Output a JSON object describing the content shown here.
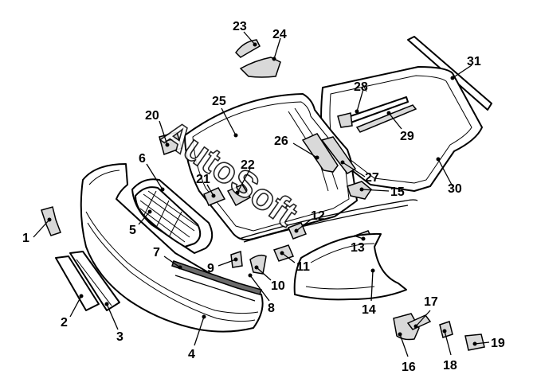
{
  "diagram": {
    "watermark": "AutoSoft",
    "callouts": [
      {
        "id": "1",
        "label": "1"
      },
      {
        "id": "2",
        "label": "2"
      },
      {
        "id": "3",
        "label": "3"
      },
      {
        "id": "4",
        "label": "4"
      },
      {
        "id": "5",
        "label": "5"
      },
      {
        "id": "6",
        "label": "6"
      },
      {
        "id": "7",
        "label": "7"
      },
      {
        "id": "8",
        "label": "8"
      },
      {
        "id": "9",
        "label": "9"
      },
      {
        "id": "10",
        "label": "10"
      },
      {
        "id": "11",
        "label": "11"
      },
      {
        "id": "12",
        "label": "12"
      },
      {
        "id": "13",
        "label": "13"
      },
      {
        "id": "14",
        "label": "14"
      },
      {
        "id": "15",
        "label": "15"
      },
      {
        "id": "16",
        "label": "16"
      },
      {
        "id": "17",
        "label": "17"
      },
      {
        "id": "18",
        "label": "18"
      },
      {
        "id": "19",
        "label": "19"
      },
      {
        "id": "20",
        "label": "20"
      },
      {
        "id": "21",
        "label": "21"
      },
      {
        "id": "22",
        "label": "22"
      },
      {
        "id": "23",
        "label": "23"
      },
      {
        "id": "24",
        "label": "24"
      },
      {
        "id": "25",
        "label": "25"
      },
      {
        "id": "26",
        "label": "26"
      },
      {
        "id": "27",
        "label": "27"
      },
      {
        "id": "28",
        "label": "28"
      },
      {
        "id": "29",
        "label": "29"
      },
      {
        "id": "30",
        "label": "30"
      },
      {
        "id": "31",
        "label": "31"
      }
    ]
  }
}
